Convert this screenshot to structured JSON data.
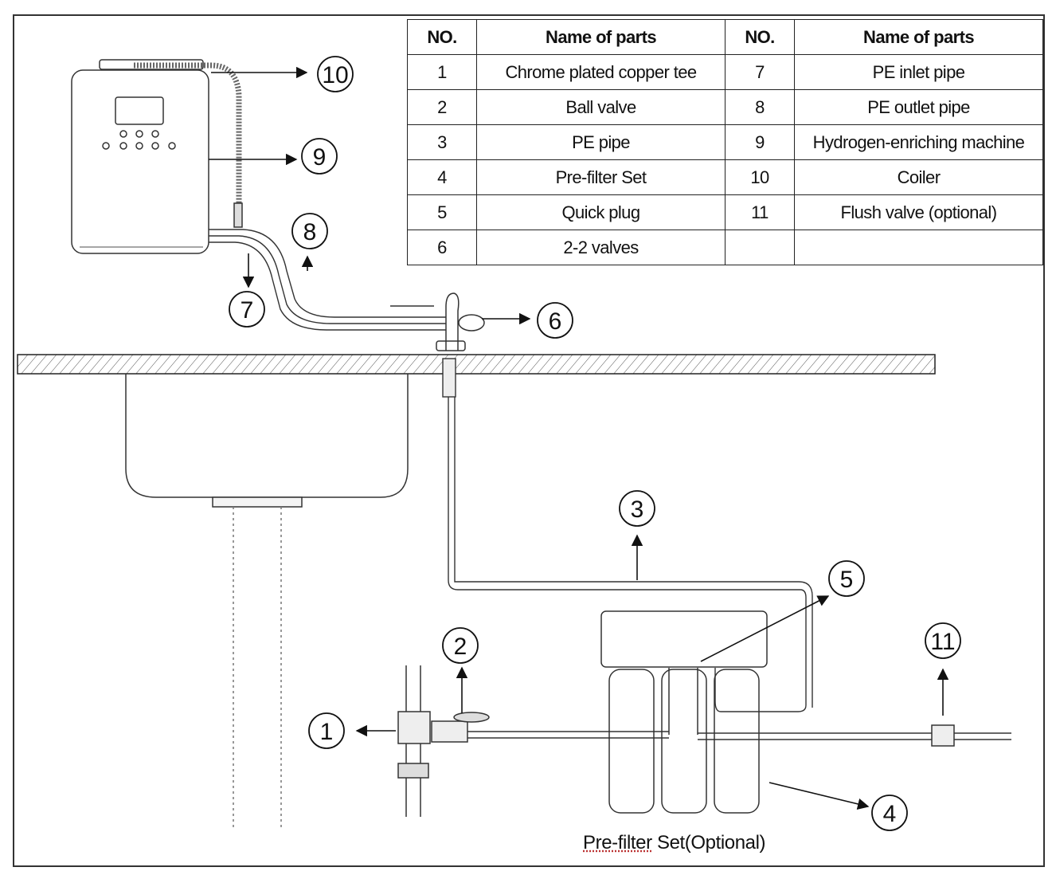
{
  "table": {
    "headers": [
      "NO.",
      "Name of parts",
      "NO.",
      "Name of parts"
    ],
    "rows": [
      [
        "1",
        "Chrome plated copper tee",
        "7",
        "PE inlet pipe"
      ],
      [
        "2",
        "Ball valve",
        "8",
        "PE outlet pipe"
      ],
      [
        "3",
        "PE pipe",
        "9",
        "Hydrogen-enriching machine"
      ],
      [
        "4",
        "Pre-filter Set",
        "10",
        "Coiler"
      ],
      [
        "5",
        "Quick plug",
        "11",
        "Flush valve (optional)"
      ],
      [
        "6",
        "2-2 valves",
        "",
        ""
      ]
    ]
  },
  "callouts": [
    "1",
    "2",
    "3",
    "4",
    "5",
    "6",
    "7",
    "8",
    "9",
    "10",
    "11"
  ],
  "caption": {
    "main": "Pre-filter",
    "rest": " Set(Optional)"
  },
  "colors": {
    "line": "#222222",
    "hatch": "#444444"
  }
}
